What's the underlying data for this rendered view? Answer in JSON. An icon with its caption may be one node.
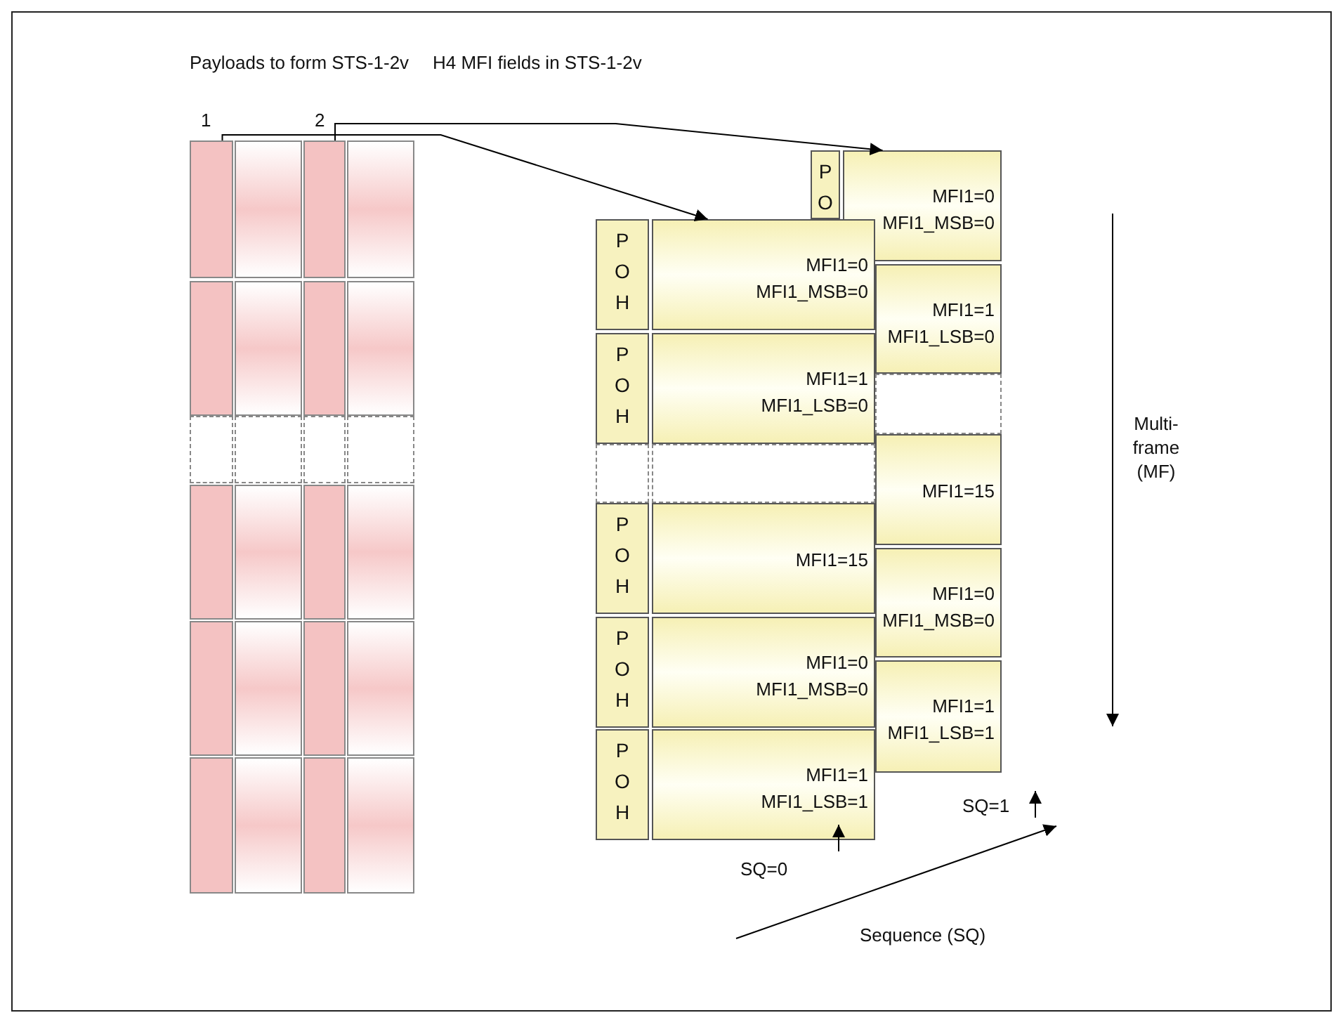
{
  "diagram": {
    "nodes": [
      {
        "text": [],
        "shape": "bar",
        "beside": [
          "1"
        ]
      },
      {
        "text": [],
        "shape": "bar"
      },
      {
        "text": [],
        "shape": "bar",
        "beside": [
          "2"
        ]
      },
      {
        "text": [],
        "shape": "bar"
      },
      {
        "text": [],
        "shape": "bar"
      },
      {
        "text": [],
        "shape": "bar"
      },
      {
        "text": [],
        "shape": "bar"
      },
      {
        "text": [],
        "shape": "bar"
      },
      {
        "text": [],
        "shape": "bar"
      },
      {
        "text": [],
        "shape": "bar"
      },
      {
        "text": [],
        "shape": "bar"
      },
      {
        "text": [],
        "shape": "bar"
      },
      {
        "text": [],
        "shape": "bar"
      },
      {
        "text": [],
        "shape": "bar"
      },
      {
        "text": [],
        "shape": "bar"
      },
      {
        "text": [],
        "shape": "bar"
      },
      {
        "text": [],
        "shape": "bar"
      },
      {
        "text": [],
        "shape": "bar"
      },
      {
        "text": [],
        "shape": "bar"
      },
      {
        "text": [],
        "shape": "bar"
      },
      {
        "text": [
          "P O"
        ]
      },
      {
        "text": [
          "MFI1=0",
          "MFI1_MSB=0"
        ]
      },
      {
        "text": [
          "MFI1=1",
          "MFI1_LSB=0"
        ]
      },
      {
        "text": [
          "MFI1=15"
        ]
      },
      {
        "text": [
          "MFI1=0",
          "MFI1_MSB=0"
        ]
      },
      {
        "text": [
          "MFI1=1",
          "MFI1_LSB=1"
        ]
      },
      {
        "text": [
          "P O H"
        ]
      },
      {
        "text": [
          "MFI1=0",
          "MFI1_MSB=0"
        ]
      },
      {
        "text": [
          "P O H"
        ]
      },
      {
        "text": [
          "MFI1=1",
          "MFI1_LSB=0"
        ]
      },
      {
        "text": [
          "P O H"
        ]
      },
      {
        "text": [
          "MFI1=15"
        ]
      },
      {
        "text": [
          "P O H"
        ]
      },
      {
        "text": [
          "MFI1=0",
          "MFI1_MSB=0"
        ]
      },
      {
        "text": [
          "P O H"
        ]
      },
      {
        "text": [
          "MFI1=1",
          "MFI1_LSB=1"
        ]
      },
      {
        "text": [],
        "shape": "box"
      },
      {
        "text": [],
        "shape": "box"
      },
      {
        "text": [],
        "shape": "box"
      },
      {
        "text": [],
        "shape": "box"
      },
      {
        "text": [],
        "shape": "box"
      },
      {
        "text": [],
        "shape": "box"
      },
      {
        "text": [],
        "shape": "box"
      }
    ],
    "edges": [
      {
        "from": 0,
        "to": 27,
        "arrow": "to"
      },
      {
        "from": 2,
        "to": 21,
        "arrow": "to"
      }
    ],
    "labels": [
      "Payloads to form STS-1-2v",
      "H4 MFI fields in STS-1-2v",
      "Multi- frame (MF)",
      "SQ=1",
      "SQ=0",
      "Sequence (SQ)"
    ]
  }
}
